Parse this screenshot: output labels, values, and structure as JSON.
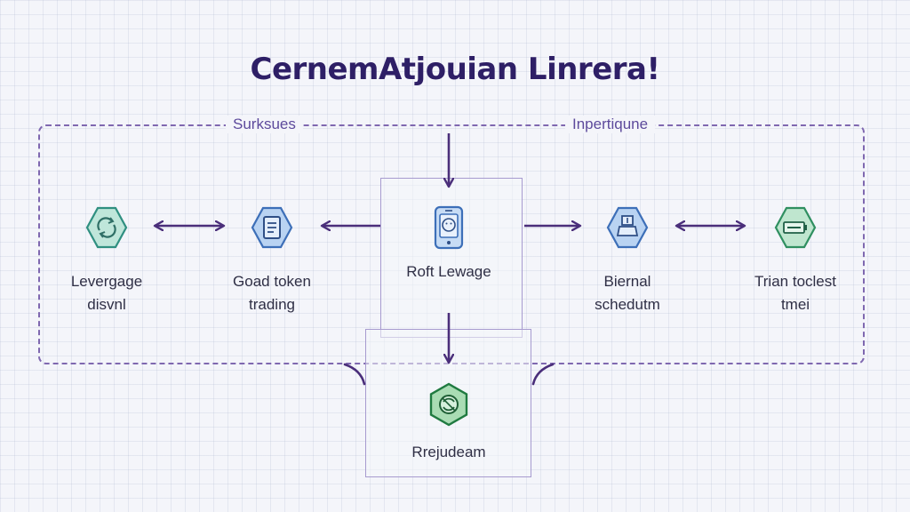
{
  "title": "CernemAtjouian Linrera!",
  "sections": {
    "left": "Surksues",
    "right": "Inpertiqune"
  },
  "nodes": {
    "leverage": {
      "label_1": "Levergage",
      "label_2": "disvnl",
      "icon": "refresh-hexagon-icon",
      "color": "#3aa090"
    },
    "goad": {
      "label_1": "Goad token",
      "label_2": "trading",
      "icon": "document-hexagon-icon",
      "color": "#4f7fcf"
    },
    "center": {
      "label": "Roft Lewage",
      "icon": "phone-face-icon",
      "color": "#4f7fcf"
    },
    "biernal": {
      "label_1": "Biernal",
      "label_2": "schedutm",
      "icon": "flask-hexagon-icon",
      "color": "#4f7fcf"
    },
    "trian": {
      "label_1": "Trian toclest",
      "label_2": "tmei",
      "icon": "battery-hexagon-icon",
      "color": "#3aa070"
    },
    "bottom": {
      "label": "Rrejudeam",
      "icon": "sync-hexagon-icon",
      "color": "#2f9a50"
    }
  },
  "colors": {
    "arrow": "#4a2e7a",
    "dash": "#7f68b0",
    "panel_border": "#a79bcf"
  }
}
